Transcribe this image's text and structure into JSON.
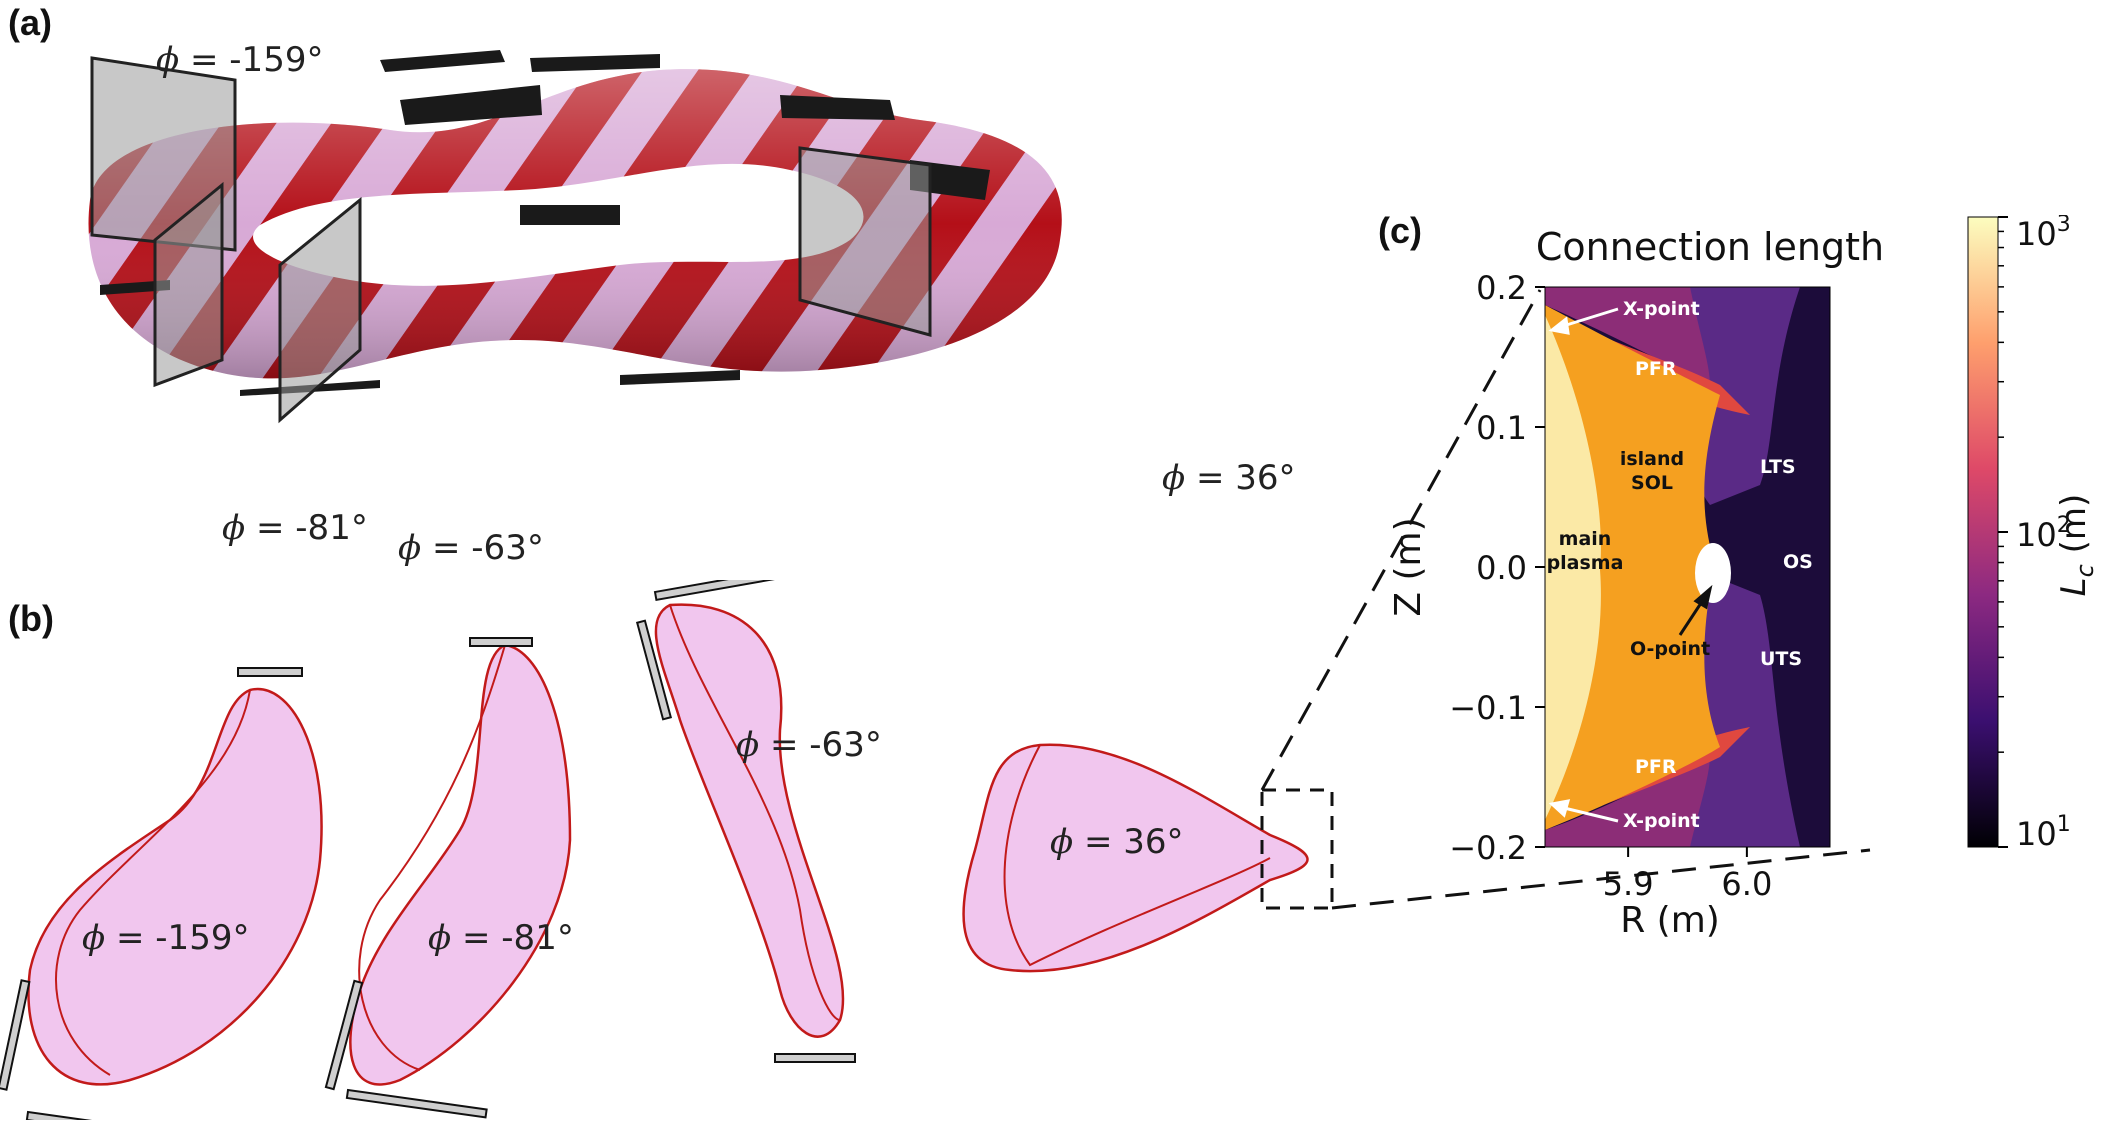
{
  "panels": {
    "a": {
      "label": "(a)",
      "planes": [
        {
          "symbol": "ϕ",
          "text": " = -159°"
        },
        {
          "symbol": "ϕ",
          "text": " = -81°"
        },
        {
          "symbol": "ϕ",
          "text": " = -63°"
        },
        {
          "symbol": "ϕ",
          "text": " = 36°"
        }
      ]
    },
    "b": {
      "label": "(b)",
      "cross_sections": [
        {
          "symbol": "ϕ",
          "text": " = -159°"
        },
        {
          "symbol": "ϕ",
          "text": " = -81°"
        },
        {
          "symbol": "ϕ",
          "text": " = -63°"
        },
        {
          "symbol": "ϕ",
          "text": " = 36°"
        }
      ]
    },
    "c": {
      "label": "(c)",
      "title": "Connection length",
      "annotations": {
        "xpoint_top": "X-point",
        "xpoint_bottom": "X-point",
        "pfr_top": "PFR",
        "pfr_bottom": "PFR",
        "island_sol_1": "island",
        "island_sol_2": "SOL",
        "main_plasma_1": "main",
        "main_plasma_2": "plasma",
        "lts": "LTS",
        "os": "OS",
        "uts": "UTS",
        "opoint": "O-point"
      }
    }
  },
  "chart_data": {
    "type": "heatmap",
    "title": "Connection length",
    "xlabel": "R (m)",
    "ylabel": "Z (m)",
    "x_ticks": [
      5.9,
      6.0
    ],
    "x_tick_labels": [
      "5.9",
      "6.0"
    ],
    "y_ticks": [
      0.2,
      0.1,
      0.0,
      -0.1,
      -0.2
    ],
    "y_tick_labels": [
      "0.2",
      "0.1",
      "0.0",
      "−0.1",
      "−0.2"
    ],
    "xlim": [
      5.83,
      6.07
    ],
    "ylim": [
      -0.2,
      0.2
    ],
    "colorbar": {
      "label": "L_c (m)",
      "label_main": "L",
      "label_sub": "c",
      "label_unit": " (m)",
      "scale": "log",
      "range": [
        10,
        1000
      ],
      "tick_labels": [
        "10",
        "10"
      ],
      "tick_exponents": [
        "3",
        "2",
        "1"
      ],
      "tick_values": [
        1000,
        100,
        10
      ],
      "colors": [
        "#000004",
        "#3b0f70",
        "#8c2981",
        "#de4968",
        "#fe9f6d",
        "#fcfdbf"
      ]
    },
    "regions": [
      {
        "name": "main plasma",
        "approx_Lc": 1000
      },
      {
        "name": "island SOL",
        "approx_Lc": 700
      },
      {
        "name": "PFR",
        "approx_Lc": 200
      },
      {
        "name": "LTS",
        "approx_Lc": 40
      },
      {
        "name": "OS",
        "approx_Lc": 15
      },
      {
        "name": "UTS",
        "approx_Lc": 40
      }
    ]
  }
}
